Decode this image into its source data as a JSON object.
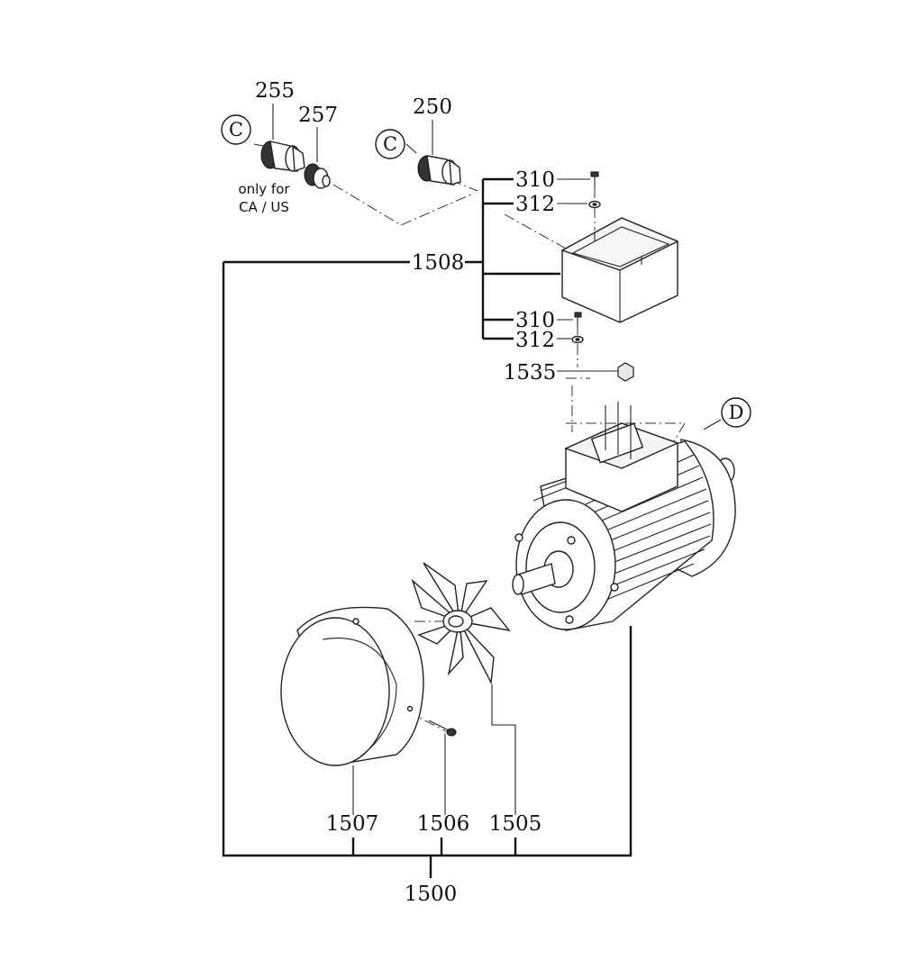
{
  "labels": {
    "p255": "255",
    "p257": "257",
    "p250": "250",
    "p310a": "310",
    "p312a": "312",
    "p1508": "1508",
    "p310b": "310",
    "p312b": "312",
    "p1535": "1535",
    "p1507": "1507",
    "p1506": "1506",
    "p1505": "1505",
    "p1500": "1500"
  },
  "callouts": {
    "c1": "C",
    "c2": "C",
    "d": "D"
  },
  "note": {
    "line1": "only for",
    "line2": "CA / US"
  }
}
